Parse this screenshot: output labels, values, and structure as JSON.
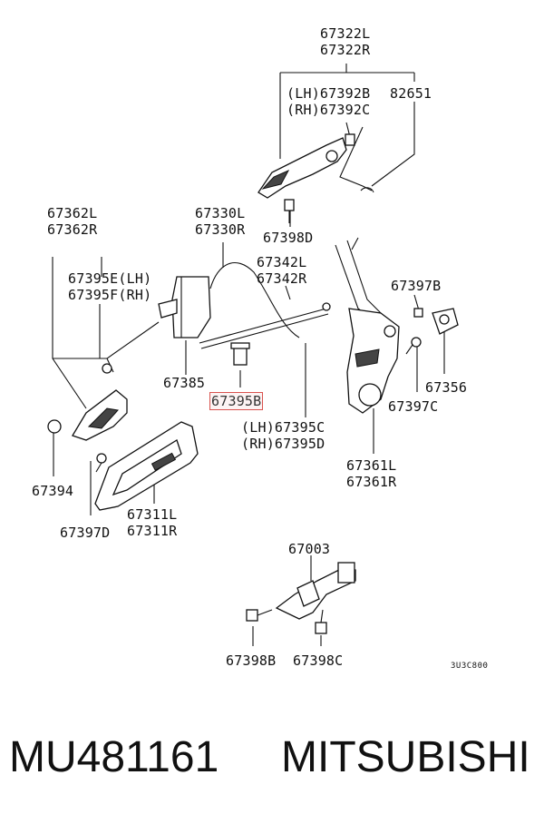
{
  "labels": {
    "l67322": "67322L\n67322R",
    "l67392": "(LH)67392B\n(RH)67392C",
    "l82651": "82651",
    "l67362": "67362L\n67362R",
    "l67330": "67330L\n67330R",
    "l67398d": "67398D",
    "l67342": "67342L\n67342R",
    "l67397b": "67397B",
    "l67395ef": "67395E(LH)\n67395F(RH)",
    "l67385": "67385",
    "l67395b": "67395B",
    "l67356": "67356",
    "l67397c": "67397C",
    "l67395cd": "(LH)67395C\n(RH)67395D",
    "l67361": "67361L\n67361R",
    "l67394": "67394",
    "l67397d": "67397D",
    "l67311": "67311L\n67311R",
    "l67003": "67003",
    "l67398b": "67398B",
    "l67398c": "67398C",
    "code": "3U3C800"
  },
  "footer": {
    "part_number": "MU481161",
    "brand": "MITSUBISHI"
  }
}
